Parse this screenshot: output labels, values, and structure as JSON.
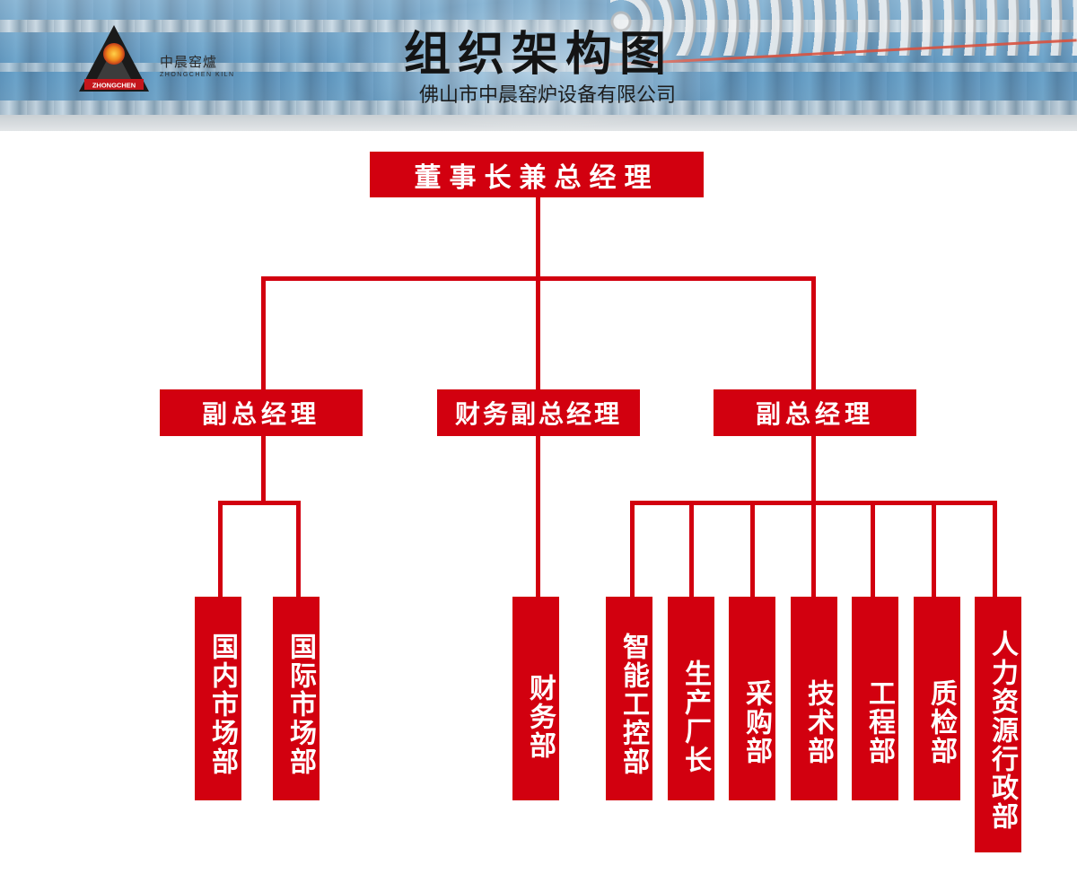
{
  "header": {
    "title": "组织架构图",
    "subtitle": "佛山市中晨窑炉设备有限公司",
    "logo": {
      "text_cn": "中晨窑爐",
      "text_en": "ZHONGCHEN  KILN",
      "badge_text": "ZHONGCHEN"
    }
  },
  "colors": {
    "box_fill": "#d2000f",
    "box_text": "#ffffff",
    "connector": "#d2000f",
    "background": "#ffffff"
  },
  "org": {
    "root": "董事长兼总经理",
    "deputies": [
      {
        "label": "副总经理",
        "departments": [
          "国内市场部",
          "国际市场部"
        ]
      },
      {
        "label": "财务副总经理",
        "departments": [
          "财务部"
        ]
      },
      {
        "label": "副总经理",
        "departments": [
          "智能工控部",
          "生产厂长",
          "采购部",
          "技术部",
          "工程部",
          "质检部",
          "人力资源行政部"
        ]
      }
    ]
  }
}
